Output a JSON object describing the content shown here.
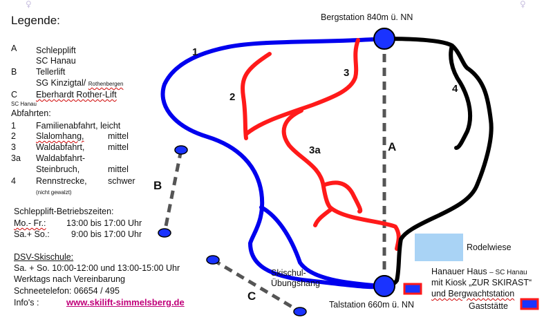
{
  "legend": {
    "title": "Legende:",
    "lifts": [
      {
        "key": "A",
        "lines": [
          "Schlepplift",
          "SC Hanau"
        ]
      },
      {
        "key": "B",
        "lines": [
          "Tellerlift",
          "SG Kinzigtal/"
        ],
        "small": "Rothenbergen"
      },
      {
        "key": "C",
        "lines": [
          "Eberhardt Rother-Lift"
        ],
        "small": "SC Hanau"
      }
    ],
    "runs_title": "Abfahrten:",
    "runs": [
      {
        "key": "1",
        "name": "Familienabfahrt, leicht",
        "level": ""
      },
      {
        "key": "2",
        "name": "Slalomhang,",
        "level": "mittel"
      },
      {
        "key": "3",
        "name": "Waldabfahrt,",
        "level": "mittel"
      },
      {
        "key": "3a",
        "name": "Waldabfahrt-",
        "level": ""
      },
      {
        "key": "",
        "name": "Steinbruch,",
        "level": "mittel"
      },
      {
        "key": "4",
        "name": "Rennstrecke,",
        "level": "schwer"
      }
    ],
    "not_groomed": "(nicht gewalzt)"
  },
  "hours": {
    "title": "Schlepplift-Betriebszeiten:",
    "row1_days": "Mo.- Fr.:",
    "row1_time": "13:00 bis 17:00 Uhr",
    "row2_days": "Sa.+ So.:",
    "row2_time": "9:00 bis 17:00 Uhr"
  },
  "school": {
    "title": "DSV-Skischule:",
    "line1": "Sa. + So.  10:00-12:00 und 13:00-15:00 Uhr",
    "line2": "Werktags nach Vereinbarung",
    "line3": "Schneetelefon: 06654 / 495",
    "info_prefix": "Info's : ",
    "info_link": "www.skilift-simmelsberg.de"
  },
  "map": {
    "top_station": "Bergstation 840m ü. NN",
    "bottom_station": "Talstation 660m ü. NN",
    "run_labels": {
      "r1": "1",
      "r2": "2",
      "r3": "3",
      "r3a": "3a",
      "r4": "4"
    },
    "lift_labels": {
      "a": "A",
      "b": "B",
      "c": "C"
    },
    "rodelwiese": "Rodelwiese",
    "practice_slope": [
      "Skischul-",
      "Übungshang"
    ],
    "hanauer_haus": {
      "name": "Hanauer Haus",
      "club": "SC Hanau",
      "line2": "mit Kiosk „ZUR SKIRAST“",
      "line3": "und Bergwachtstation"
    },
    "gaststaette": "Gaststätte"
  },
  "colors": {
    "run_easy": "#0000ee",
    "run_medium": "#ff1a1a",
    "run_hard": "#000000",
    "lift_line": "#555555",
    "station": "#1a33ff",
    "rodel": "#a9d3f5",
    "link": "#c0007a"
  }
}
